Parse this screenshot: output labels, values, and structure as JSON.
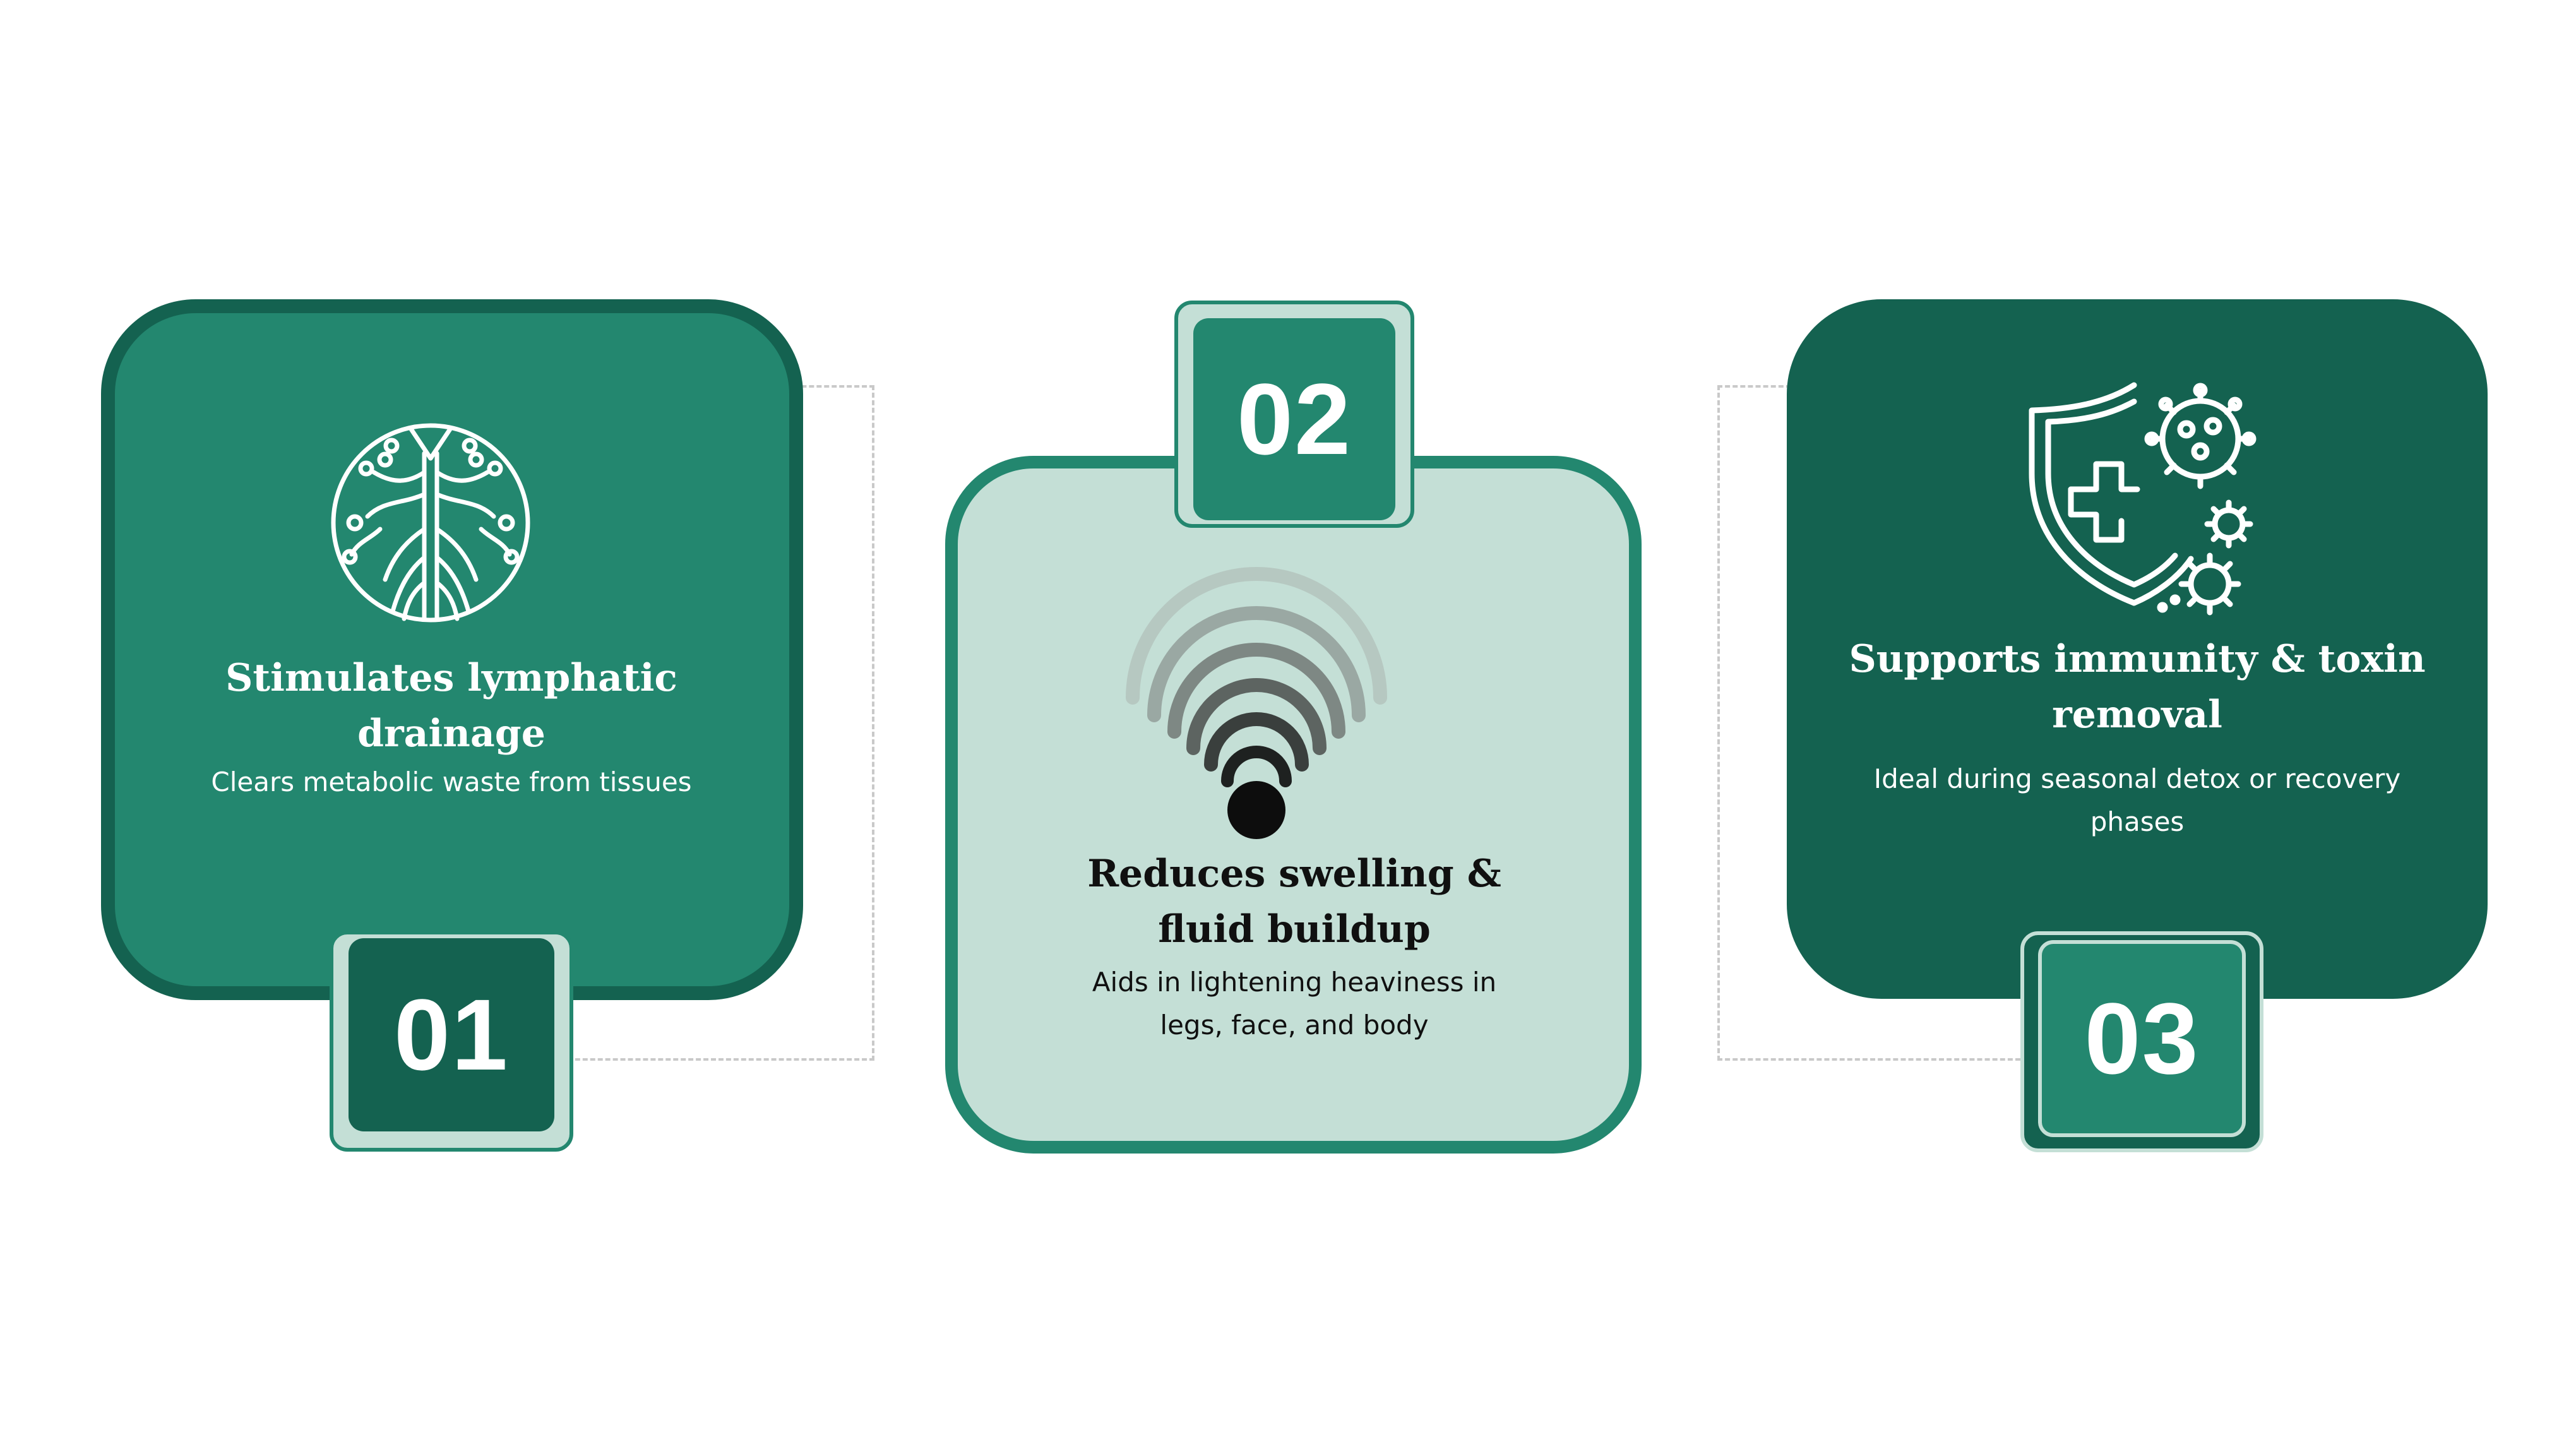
{
  "colors": {
    "dark_green": "#146250",
    "medium_green": "#23876f",
    "light_mint": "#c4dfd6",
    "white": "#ffffff",
    "connector_dash": "#c9c9c9"
  },
  "cards": [
    {
      "number": "01",
      "icon": "lymphatic-tree-icon",
      "title_line1": "Stimulates lymphatic",
      "title_line2": "drainage",
      "desc_line1": "Clears metabolic waste from tissues",
      "desc_line2": ""
    },
    {
      "number": "02",
      "icon": "signal-waves-icon",
      "title_line1": "Reduces swelling &",
      "title_line2": "fluid buildup",
      "desc_line1": "Aids in lightening heaviness in",
      "desc_line2": "legs, face, and body"
    },
    {
      "number": "03",
      "icon": "shield-virus-icon",
      "title_line1": "Supports immunity & toxin",
      "title_line2": "removal",
      "desc_line1": "Ideal during seasonal detox or recovery",
      "desc_line2": "phases"
    }
  ]
}
